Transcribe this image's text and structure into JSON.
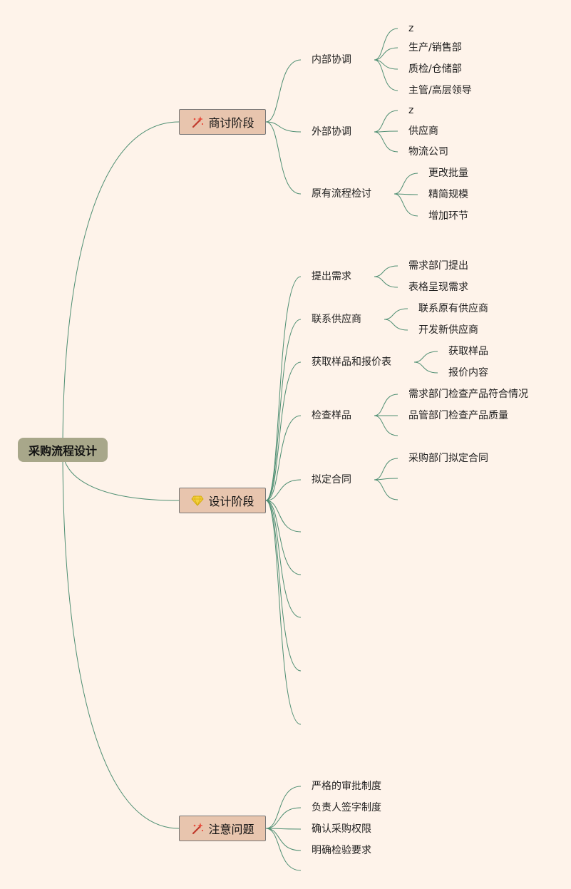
{
  "root": {
    "label": "采购流程设计"
  },
  "branches": [
    {
      "label": "商讨阶段",
      "icon": "magic-wand-icon",
      "children": [
        {
          "label": "内部协调",
          "children": [
            "z",
            "生产/销售部",
            "质检/仓储部",
            "主管/高层领导"
          ]
        },
        {
          "label": "外部协调",
          "children": [
            "z",
            "供应商",
            "物流公司"
          ]
        },
        {
          "label": "原有流程检讨",
          "children": [
            "更改批量",
            "精简规模",
            "增加环节"
          ]
        }
      ]
    },
    {
      "label": "设计阶段",
      "icon": "diamond-icon",
      "children": [
        {
          "label": "提出需求",
          "children": [
            "需求部门提出",
            "表格呈现需求"
          ]
        },
        {
          "label": "联系供应商",
          "children": [
            "联系原有供应商",
            "开发新供应商"
          ]
        },
        {
          "label": "获取样品和报价表",
          "children": [
            "获取样品",
            "报价内容"
          ]
        },
        {
          "label": "检查样品",
          "children": [
            "需求部门检查产品符合情况",
            "品管部门检查产品质量",
            ""
          ]
        },
        {
          "label": "拟定合同",
          "children": [
            "采购部门拟定合同",
            "",
            ""
          ]
        },
        {
          "label": "",
          "children": []
        },
        {
          "label": "",
          "children": []
        },
        {
          "label": "",
          "children": []
        },
        {
          "label": "",
          "children": []
        },
        {
          "label": "",
          "children": []
        }
      ]
    },
    {
      "label": "注意问题",
      "icon": "magic-wand-icon",
      "children": [
        {
          "label": "严格的审批制度",
          "children": []
        },
        {
          "label": "负责人签字制度",
          "children": []
        },
        {
          "label": "确认采购权限",
          "children": []
        },
        {
          "label": "明确检验要求",
          "children": []
        },
        {
          "label": "",
          "children": []
        }
      ]
    }
  ],
  "colors": {
    "background": "#fef3ea",
    "link": "#4f8f73",
    "root_fill": "#a8a78a",
    "branch_fill": "#e8c5ae"
  }
}
